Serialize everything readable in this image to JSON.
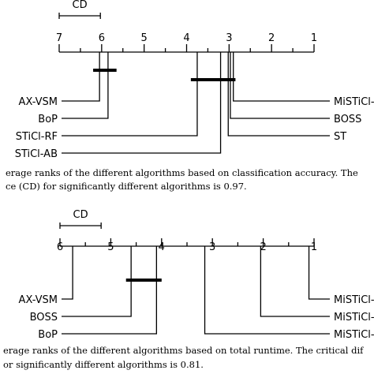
{
  "chart_data": [
    {
      "type": "critical-difference-diagram",
      "axis": {
        "ticks": [
          7,
          6,
          5,
          4,
          3,
          2,
          1
        ],
        "range": [
          7,
          1
        ]
      },
      "cd": {
        "label": "CD",
        "value": 0.97
      },
      "left_methods": [
        {
          "label": "AX-VSM",
          "rank": 6.05
        },
        {
          "label": "BoP",
          "rank": 5.85
        },
        {
          "label": "STiCl-RF",
          "rank": 3.75
        },
        {
          "label": "STiCl-AB",
          "rank": 3.2
        }
      ],
      "right_methods": [
        {
          "label": "MiSTiCl-",
          "rank": 2.9
        },
        {
          "label": "BOSS",
          "rank": 2.97
        },
        {
          "label": "ST",
          "rank": 3.02
        }
      ],
      "cliques": [
        [
          6.2,
          5.65
        ],
        [
          3.9,
          2.85
        ]
      ],
      "caption_lines": [
        "erage ranks of the different algorithms based on classification accuracy. The",
        "ce (CD) for significantly different algorithms is 0.97."
      ]
    },
    {
      "type": "critical-difference-diagram",
      "axis": {
        "ticks": [
          6,
          5,
          4,
          3,
          2,
          1
        ],
        "range": [
          6,
          1
        ]
      },
      "cd": {
        "label": "CD",
        "value": 0.81
      },
      "left_methods": [
        {
          "label": "AX-VSM",
          "rank": 5.75
        },
        {
          "label": "BOSS",
          "rank": 4.6
        },
        {
          "label": "BoP",
          "rank": 4.1
        }
      ],
      "right_methods": [
        {
          "label": "MiSTiCl-",
          "rank": 1.1
        },
        {
          "label": "MiSTiCl-",
          "rank": 2.05
        },
        {
          "label": "MiSTiCl-",
          "rank": 3.15
        }
      ],
      "cliques": [
        [
          4.7,
          4.0
        ]
      ],
      "caption_lines": [
        "erage ranks of the different algorithms based on total runtime. The critical dif",
        "or significantly different algorithms is 0.81."
      ]
    }
  ]
}
